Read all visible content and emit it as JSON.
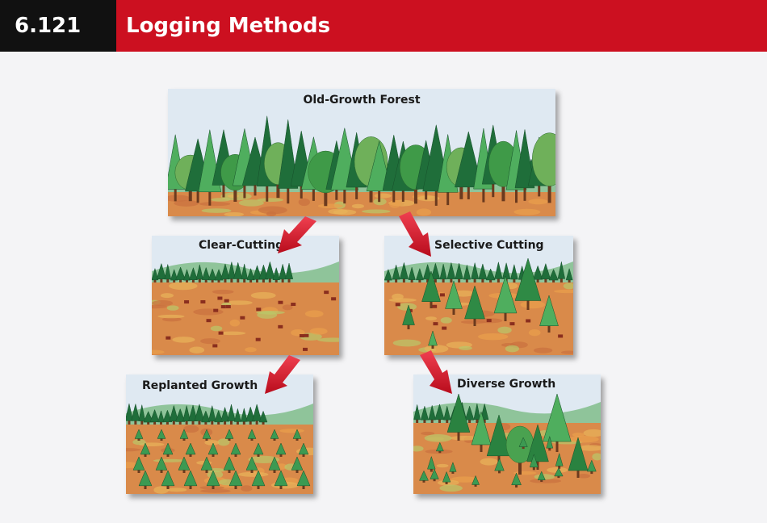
{
  "header": {
    "number": "6.121",
    "title": "Logging Methods"
  },
  "colors": {
    "header_red": "#cc1020",
    "header_black": "#111111",
    "arrow_red": "#d8182a",
    "sky": "#dfe9f2",
    "hills": "#8fc49a",
    "ground": "#d98a4a",
    "tree_dark": "#1f6e3a",
    "tree_light": "#4fae5e"
  },
  "panels": {
    "old_growth": {
      "label": "Old-Growth Forest"
    },
    "clear_cutting": {
      "label": "Clear-Cutting"
    },
    "selective_cutting": {
      "label": "Selective Cutting"
    },
    "replanted_growth": {
      "label": "Replanted Growth"
    },
    "diverse_growth": {
      "label": "Diverse Growth"
    }
  }
}
